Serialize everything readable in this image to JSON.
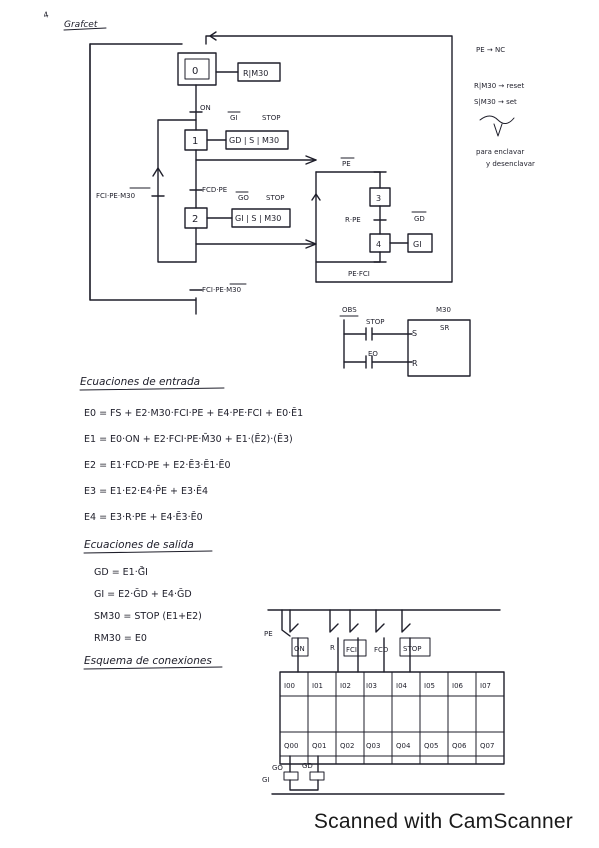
{
  "page_mark": "4",
  "grafcet": {
    "title": "Grafcet",
    "step0": "0",
    "action0": "R|M30",
    "trans_on": "ON",
    "action1_gi": "GI",
    "action1_stop": "STOP",
    "step1": "1",
    "action1": "GD | S | M30",
    "trans_fcd_pe": "FCD·PE",
    "action2_go": "GO",
    "action2_stop": "STOP",
    "step2": "2",
    "action2": "GI | S | M30",
    "left_trans": "FCI·PE·M30",
    "bottom_trans": "FCI·PE·M30",
    "trans_pe_bar": "PE",
    "step3": "3",
    "trans_r_pe": "R·PE",
    "action4_gd": "GD",
    "step4": "4",
    "action4": "GI",
    "trans_pe_fci": "PE·FCI"
  },
  "notes": {
    "line1": "PE → NC",
    "line2": "R|M30 → reset",
    "line3": "S|M30 → set",
    "line4": "para enclavar",
    "line5": "y desenclavar"
  },
  "ladder": {
    "obs": "OBS",
    "stop": "STOP",
    "eo": "EO",
    "coil_label": "M30",
    "sr": "SR",
    "s": "S",
    "r": "R"
  },
  "entrada": {
    "heading": "Ecuaciones de entrada",
    "e0": "E0 = FS + E2·M30·FCI·PE + E4·PE·FCI + E0·Ē1",
    "e1": "E1 = E0·ON + E2·FCI·PE·M̄30 + E1·(Ē2)·(Ē3)",
    "e2": "E2 = E1·FCD·PE + E2·Ē3·Ē1·Ē0",
    "e3": "E3 = E1·E2·E4·P̄E + E3·Ē4",
    "e4": "E4 = E3·R·PE + E4·Ē3·Ē0"
  },
  "salida": {
    "heading": "Ecuaciones de salida",
    "gd": "GD = E1·Ḡ̄I",
    "gi": "GI = E2·ḠD + E4·ḠD",
    "sm30": "SM30 = STOP (E1+E2)",
    "rm30": "RM30 = E0"
  },
  "esquema": {
    "heading": "Esquema de conexiones",
    "pe": "PE",
    "switches": [
      "ON",
      "R",
      "FCI",
      "FCD",
      "STOP"
    ],
    "inputs": [
      "I00",
      "I01",
      "I02",
      "I03",
      "I04",
      "I05",
      "I06",
      "I07"
    ],
    "outputs": [
      "Q00",
      "Q01",
      "Q02",
      "Q03",
      "Q04",
      "Q05",
      "Q06",
      "Q07"
    ],
    "go": "GO",
    "gi": "GI",
    "gd": "GD"
  },
  "footer": {
    "text": "Scanned with CamScanner"
  }
}
